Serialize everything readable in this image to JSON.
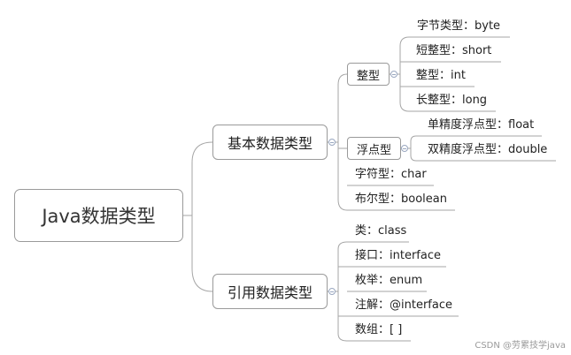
{
  "root": {
    "label": "Java数据类型"
  },
  "branches": [
    {
      "label": "基本数据类型",
      "groups": [
        {
          "label": "整型",
          "items": [
            "字节类型：byte",
            "短整型：short",
            "整型：int",
            "长整型：long"
          ]
        },
        {
          "label": "浮点型",
          "items": [
            "单精度浮点型：float",
            "双精度浮点型：double"
          ]
        }
      ],
      "items": [
        "字符型：char",
        "布尔型：boolean"
      ]
    },
    {
      "label": "引用数据类型",
      "items": [
        "类：class",
        "接口：interface",
        "枚举：enum",
        "注解：@interface",
        "数组：[ ]"
      ]
    }
  ],
  "watermark": "CSDN @劳累技学java",
  "colors": {
    "line": "#a6a6a6",
    "border": "#9a9a9a",
    "knob": "#9aa8c0"
  }
}
